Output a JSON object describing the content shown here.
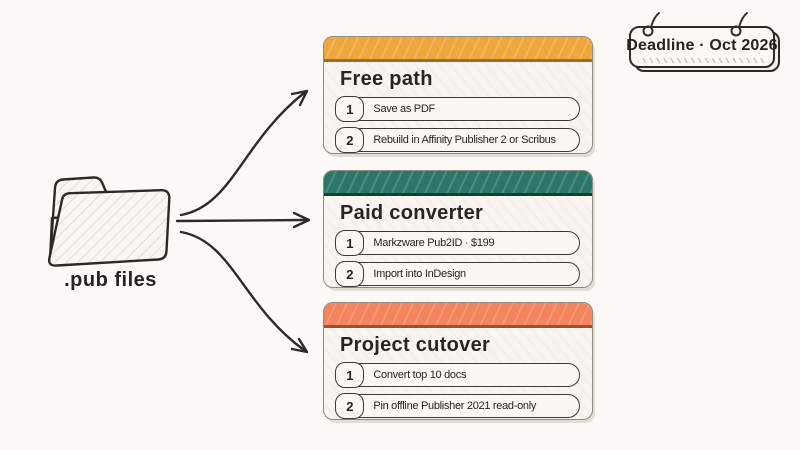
{
  "canvas": {
    "background": "#fdf9f6",
    "ink": "#2e2b27"
  },
  "source": {
    "icon": "folder-icon",
    "label": ".pub files"
  },
  "deadline_note": {
    "icon": "binder-rings-icon",
    "text": "Deadline · Oct 2026"
  },
  "cards": [
    {
      "title": "Free path",
      "accent": "#f0a73c",
      "accent_dark": "#9a6f25",
      "steps": [
        {
          "num": "1",
          "text": "Save as PDF"
        },
        {
          "num": "2",
          "text": "Rebuild in Affinity Publisher 2 or Scribus"
        }
      ]
    },
    {
      "title": "Paid converter",
      "accent": "#2b7668",
      "accent_dark": "#153f35",
      "steps": [
        {
          "num": "1",
          "text": "Markzware Pub2ID · $199"
        },
        {
          "num": "2",
          "text": "Import into InDesign"
        }
      ]
    },
    {
      "title": "Project cutover",
      "accent": "#f4855e",
      "accent_dark": "#9e4e33",
      "steps": [
        {
          "num": "1",
          "text": "Convert top 10 docs"
        },
        {
          "num": "2",
          "text": "Pin offline Publisher 2021 read-only"
        }
      ]
    }
  ]
}
